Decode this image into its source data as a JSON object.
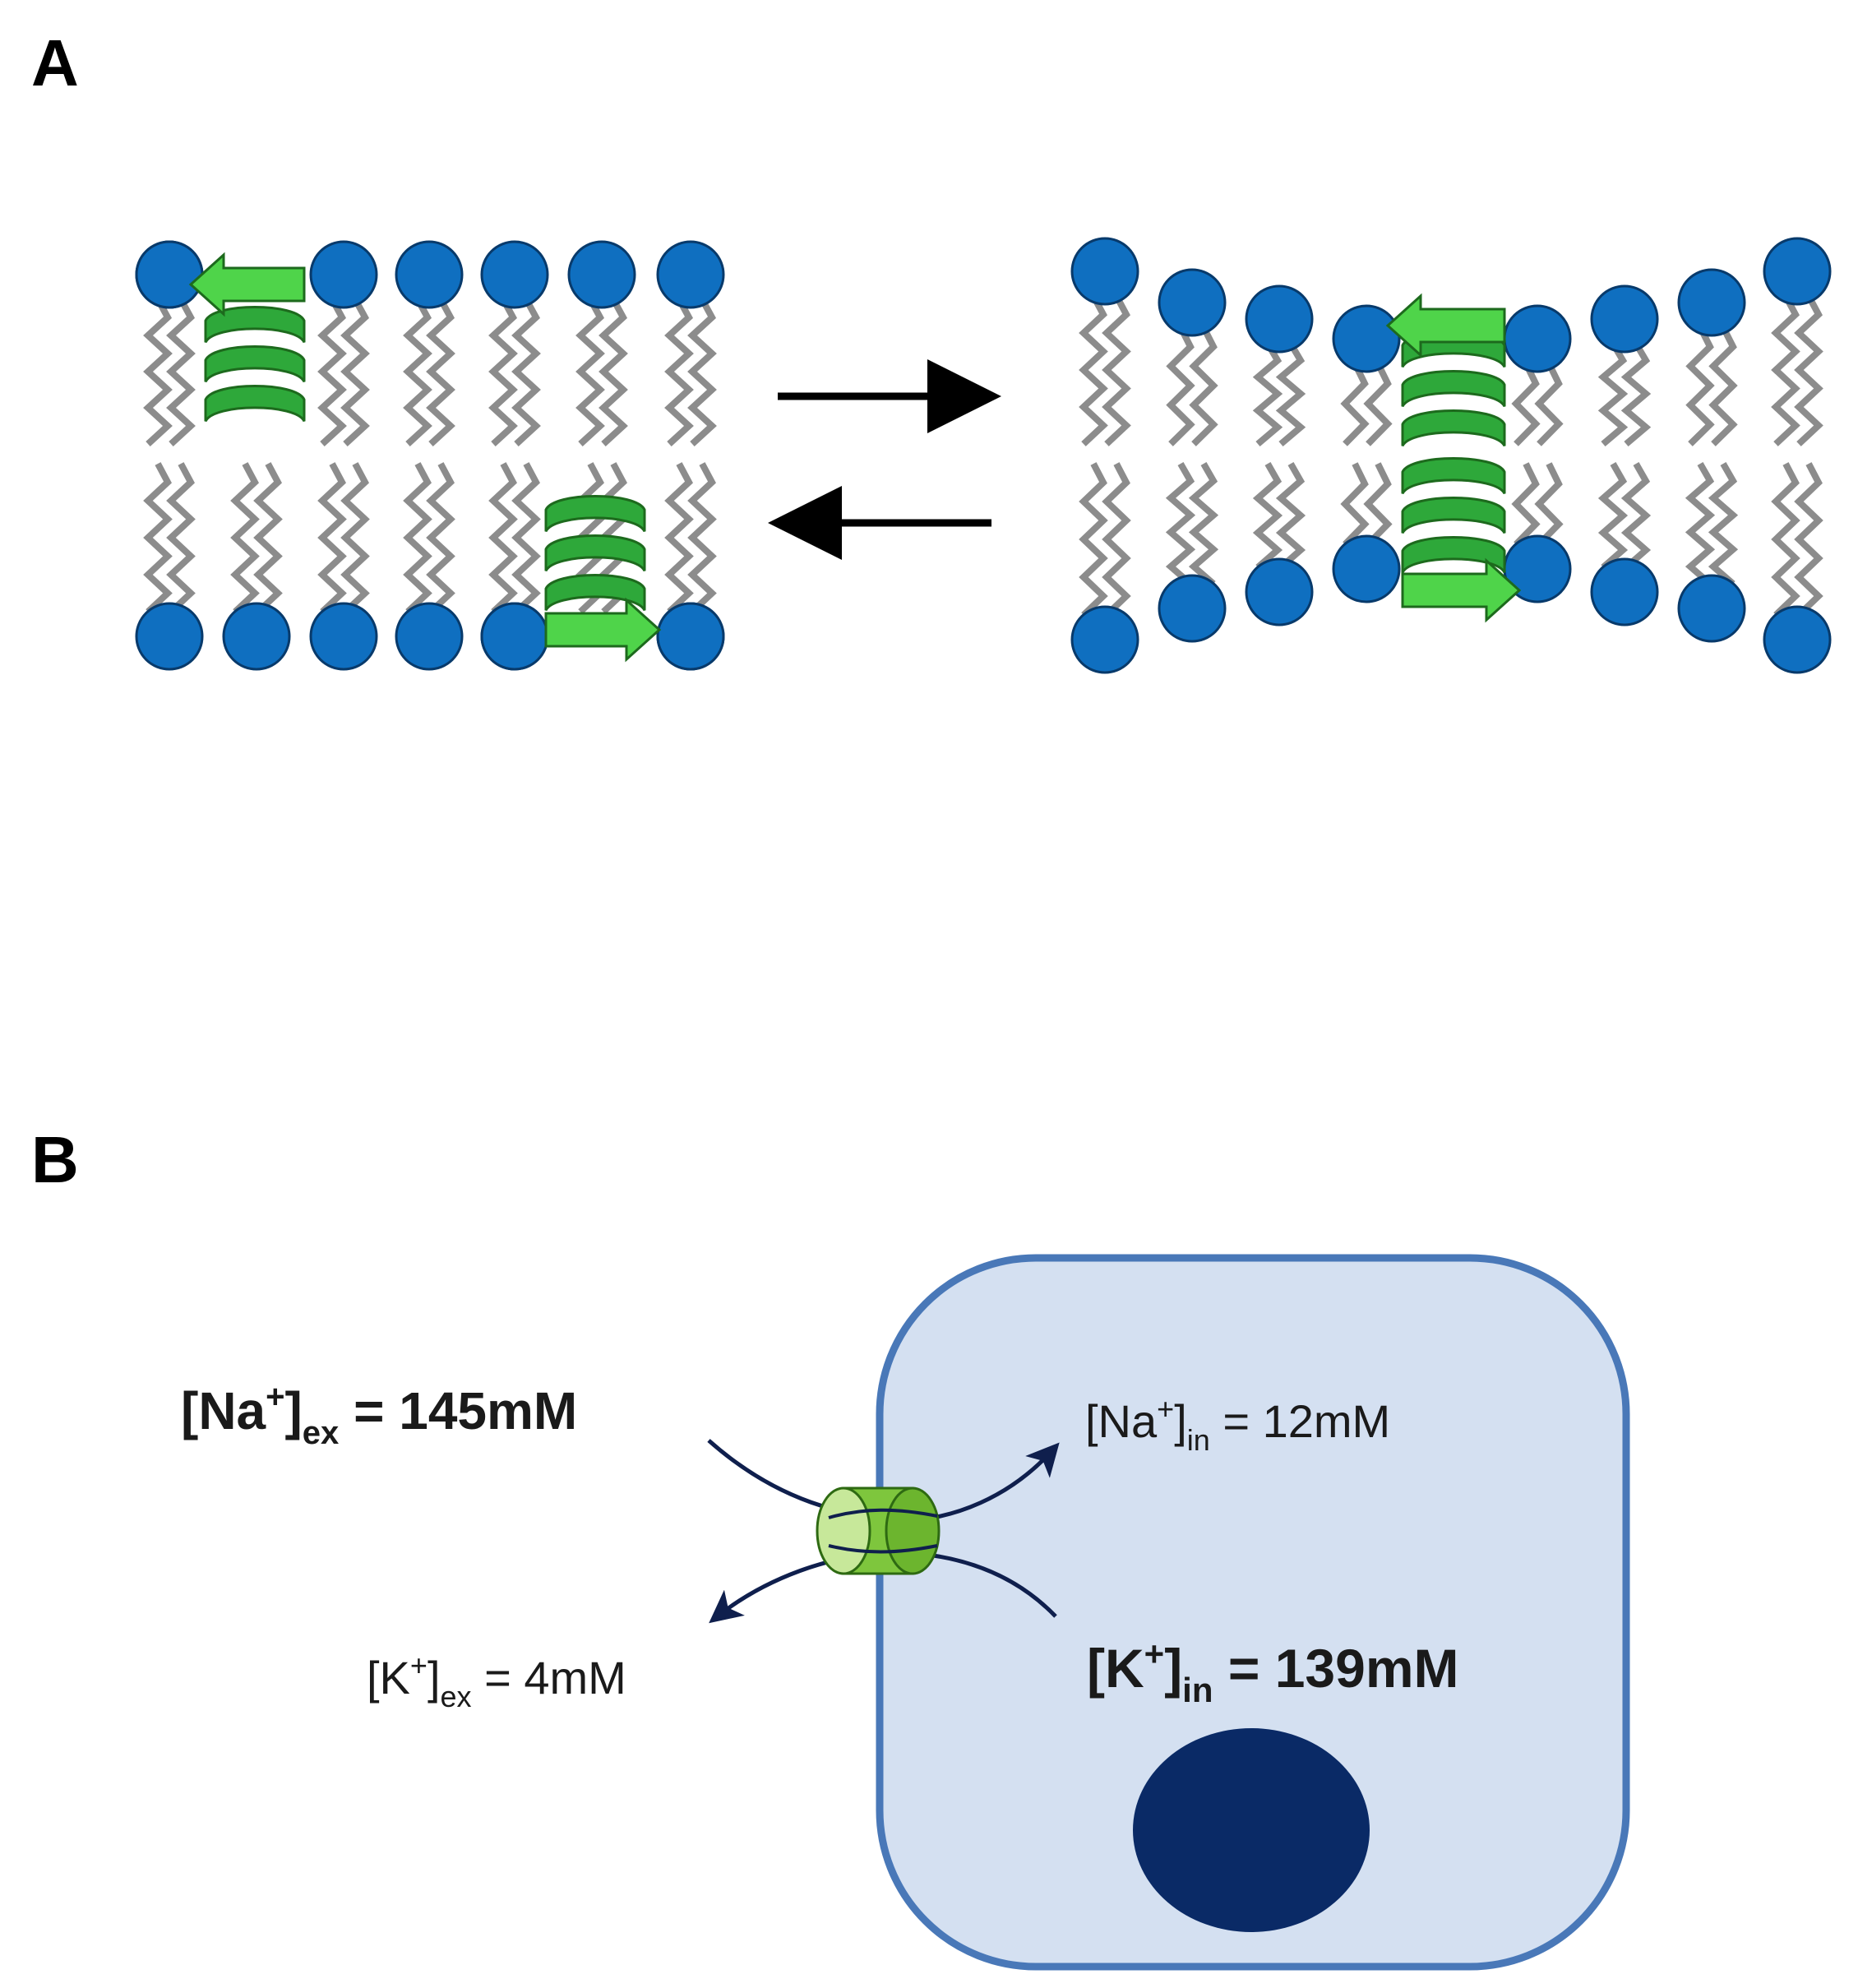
{
  "panel_a": {
    "label": "A"
  },
  "panel_b": {
    "label": "B",
    "na_ex": {
      "base": "[Na",
      "sup": "+",
      "close": "]",
      "sub": "ex",
      "value": " = 145mM"
    },
    "na_in": {
      "base": "[Na",
      "sup": "+",
      "close": "]",
      "sub": "in",
      "value": " = 12mM"
    },
    "k_ex": {
      "base": "[K",
      "sup": "+",
      "close": "]",
      "sub": "ex",
      "value": " = 4mM"
    },
    "k_in": {
      "base": "[K",
      "sup": "+",
      "close": "]",
      "sub": "in",
      "value": " = 139mM"
    }
  },
  "colors": {
    "lipid_head": "#0f6fc0",
    "lipid_head_stroke": "#083a6b",
    "lipid_tail": "#8c8c8c",
    "helix_dark": "#2ea83a",
    "helix_light": "#4fd44a",
    "helix_stroke": "#1d6a1d",
    "cell_fill": "#d4e0f1",
    "cell_stroke": "#4978b8",
    "nucleus": "#0a2a66",
    "ion_arrow": "#0f1f4d",
    "channel_light": "#bfe48a",
    "channel_dark": "#6cb52e"
  }
}
